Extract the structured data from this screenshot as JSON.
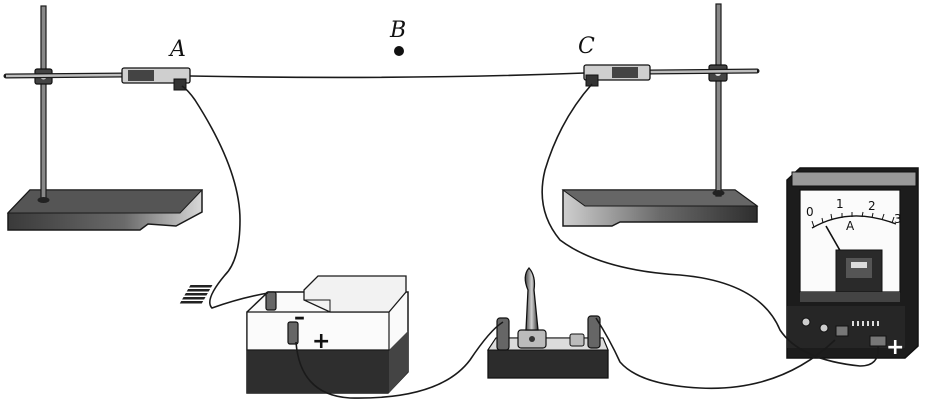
{
  "points": {
    "a": "A",
    "b": "B",
    "c": "C"
  },
  "battery": {
    "minus": "–",
    "plus": "+"
  },
  "ammeter": {
    "unit": "A",
    "ticks": [
      "0",
      "1",
      "2",
      "3"
    ],
    "plus": "+"
  },
  "colors": {
    "stroke": "#1a1a1a",
    "board_dark": "#2a2a2a",
    "board_light": "#e6e6e6"
  }
}
